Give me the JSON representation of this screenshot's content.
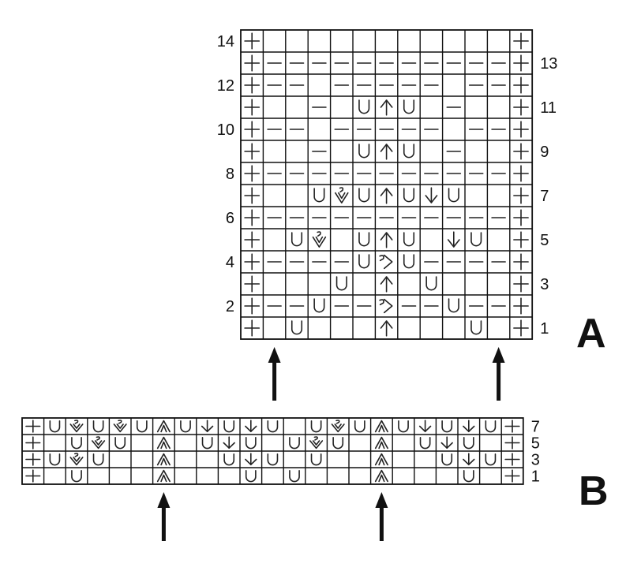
{
  "legend_note": "",
  "charts": [
    {
      "label": "A",
      "cols": 13,
      "rows": [
        {
          "n": "14",
          "side": "left",
          "cells": [
            "k",
            "",
            "",
            "",
            "",
            "",
            "",
            "",
            "",
            "",
            "",
            "",
            "k"
          ]
        },
        {
          "n": "13",
          "side": "right",
          "cells": [
            "k",
            "p",
            "p",
            "p",
            "p",
            "p",
            "p",
            "p",
            "p",
            "p",
            "p",
            "p",
            "k"
          ]
        },
        {
          "n": "12",
          "side": "left",
          "cells": [
            "k",
            "p",
            "p",
            "",
            "p",
            "p",
            "p",
            "p",
            "p",
            "",
            "p",
            "p",
            "k"
          ]
        },
        {
          "n": "11",
          "side": "right",
          "cells": [
            "k",
            "",
            "",
            "p",
            "",
            "yo",
            "dec",
            "yo",
            "",
            "p",
            "",
            "",
            "k"
          ]
        },
        {
          "n": "10",
          "side": "left",
          "cells": [
            "k",
            "p",
            "p",
            "",
            "p",
            "p",
            "p",
            "p",
            "p",
            "",
            "p",
            "p",
            "k"
          ]
        },
        {
          "n": "9",
          "side": "right",
          "cells": [
            "k",
            "",
            "",
            "p",
            "",
            "yo",
            "dec",
            "yo",
            "",
            "p",
            "",
            "",
            "k"
          ]
        },
        {
          "n": "8",
          "side": "left",
          "cells": [
            "k",
            "p",
            "p",
            "p",
            "p",
            "p",
            "p",
            "p",
            "p",
            "p",
            "p",
            "p",
            "k"
          ]
        },
        {
          "n": "7",
          "side": "right",
          "cells": [
            "k",
            "",
            "",
            "yo",
            "inc",
            "yo",
            "dec",
            "yo",
            "k2tog",
            "yo",
            "",
            "",
            "k"
          ]
        },
        {
          "n": "6",
          "side": "left",
          "cells": [
            "k",
            "p",
            "p",
            "p",
            "p",
            "p",
            "p",
            "p",
            "p",
            "p",
            "p",
            "p",
            "k"
          ]
        },
        {
          "n": "5",
          "side": "right",
          "cells": [
            "k",
            "",
            "yo",
            "inc",
            "",
            "yo",
            "dec",
            "yo",
            "",
            "k2tog",
            "yo",
            "",
            "k"
          ]
        },
        {
          "n": "4",
          "side": "left",
          "cells": [
            "k",
            "p",
            "p",
            "p",
            "p",
            "yo",
            "mb",
            "yo",
            "p",
            "p",
            "p",
            "p",
            "k"
          ]
        },
        {
          "n": "3",
          "side": "right",
          "cells": [
            "k",
            "",
            "",
            "",
            "yo",
            "",
            "dec",
            "",
            "yo",
            "",
            "",
            "",
            "k"
          ]
        },
        {
          "n": "2",
          "side": "left",
          "cells": [
            "k",
            "p",
            "p",
            "yo",
            "p",
            "p",
            "mb",
            "p",
            "p",
            "yo",
            "p",
            "p",
            "k"
          ]
        },
        {
          "n": "1",
          "side": "right",
          "cells": [
            "k",
            "",
            "yo",
            "",
            "",
            "",
            "dec",
            "",
            "",
            "",
            "yo",
            "",
            "k"
          ]
        }
      ],
      "arrow_cols": [
        1,
        11
      ]
    },
    {
      "label": "B",
      "cols": 23,
      "rows": [
        {
          "n": "7",
          "side": "right",
          "cells": [
            "k",
            "yo",
            "inc",
            "yo",
            "inc",
            "yo",
            "dec3",
            "yo",
            "k2tog",
            "yo",
            "k2tog",
            "yo",
            "",
            "yo",
            "inc",
            "yo",
            "dec3",
            "yo",
            "k2tog",
            "yo",
            "k2tog",
            "yo",
            "k"
          ]
        },
        {
          "n": "5",
          "side": "right",
          "cells": [
            "k",
            "",
            "yo",
            "inc",
            "yo",
            "",
            "dec3",
            "",
            "yo",
            "k2tog",
            "yo",
            "",
            "yo",
            "inc",
            "yo",
            "",
            "dec3",
            "",
            "yo",
            "k2tog",
            "yo",
            "",
            "k"
          ]
        },
        {
          "n": "3",
          "side": "right",
          "cells": [
            "k",
            "yo",
            "inc",
            "yo",
            "",
            "",
            "dec3",
            "",
            "",
            "yo",
            "k2tog",
            "yo",
            "",
            "yo",
            "",
            "",
            "dec3",
            "",
            "",
            "yo",
            "k2tog",
            "yo",
            "k"
          ]
        },
        {
          "n": "1",
          "side": "right",
          "cells": [
            "k",
            "",
            "yo",
            "",
            "",
            "",
            "dec3",
            "",
            "",
            "",
            "yo",
            "",
            "yo",
            "",
            "",
            "",
            "dec3",
            "",
            "",
            "",
            "yo",
            "",
            "k"
          ]
        }
      ],
      "arrow_cols": [
        6,
        16
      ]
    }
  ]
}
